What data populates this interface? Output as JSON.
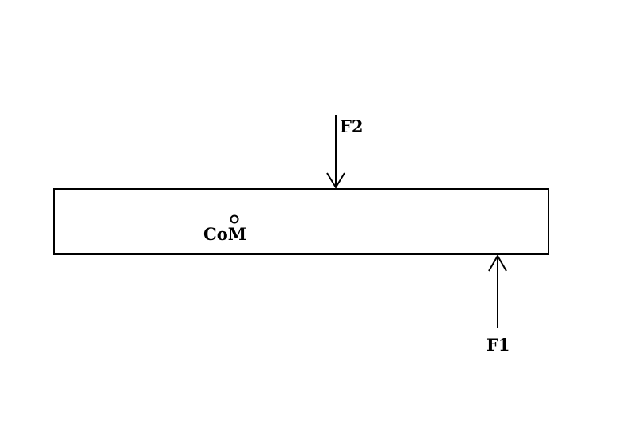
{
  "diagram": {
    "labels": {
      "f2": "F2",
      "f1": "F1",
      "com": "CoM"
    },
    "colors": {
      "stroke": "#000000",
      "background": "#ffffff"
    }
  }
}
